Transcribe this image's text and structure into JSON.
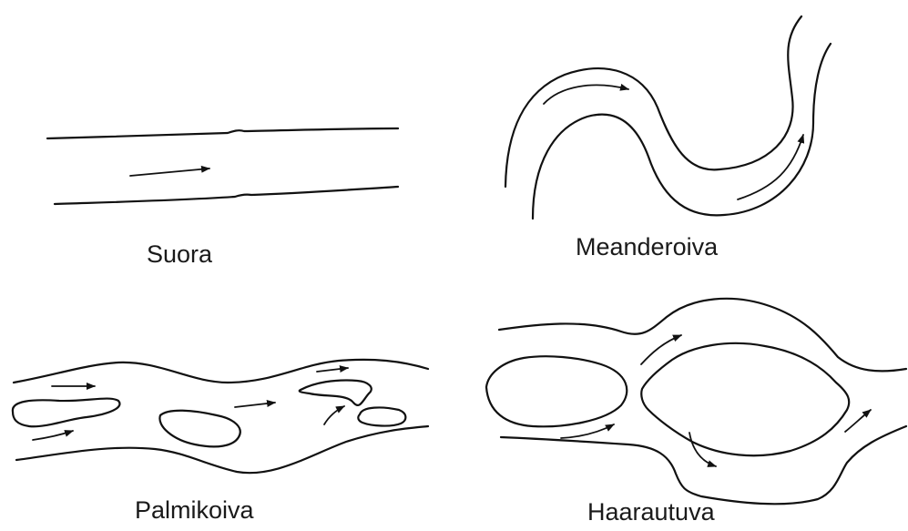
{
  "panels": [
    {
      "id": "straight",
      "label": "Suora"
    },
    {
      "id": "meandering",
      "label": "Meanderoiva"
    },
    {
      "id": "braided",
      "label": "Palmikoiva"
    },
    {
      "id": "anastomosing",
      "label": "Haarautuva"
    }
  ],
  "colors": {
    "line": "#111111",
    "background": "#ffffff",
    "text": "#1a1a1a"
  }
}
